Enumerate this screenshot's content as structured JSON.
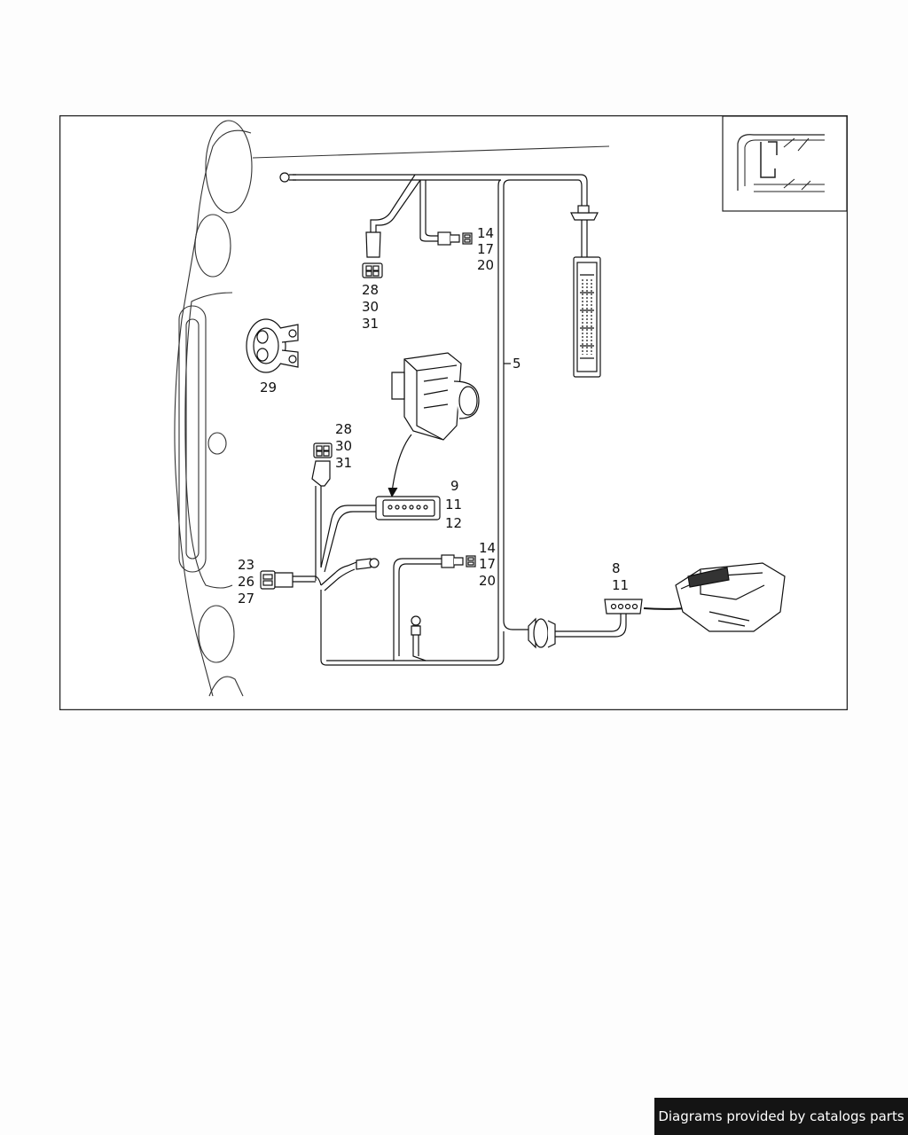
{
  "diagram": {
    "callouts": {
      "top_right_connector": [
        "14",
        "17",
        "20"
      ],
      "top_plug": [
        "28",
        "30",
        "31"
      ],
      "grommet_part": "29",
      "main_harness": "5",
      "left_plug": [
        "28",
        "30",
        "31"
      ],
      "ecu_connector": [
        "9",
        "11",
        "12"
      ],
      "mid_connector": [
        "14",
        "17",
        "20"
      ],
      "left_side_connector": [
        "23",
        "26",
        "27"
      ],
      "right_connector": [
        "8",
        "11"
      ]
    }
  },
  "footer": {
    "text": "Diagrams provided by catalogs parts"
  }
}
